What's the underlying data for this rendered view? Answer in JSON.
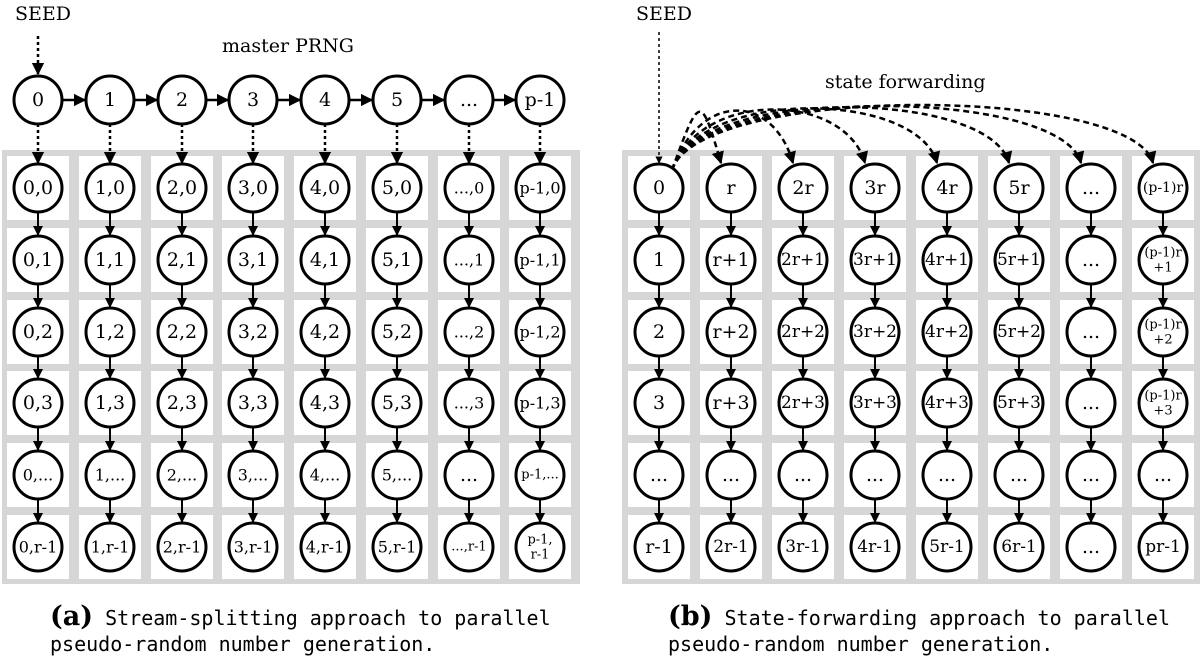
{
  "panel_a": {
    "seed_label": "SEED",
    "master_label": "master PRNG",
    "master_nodes": [
      "0",
      "1",
      "2",
      "3",
      "4",
      "5",
      "...",
      "p-1"
    ],
    "grid": [
      [
        "0,0",
        "1,0",
        "2,0",
        "3,0",
        "4,0",
        "5,0",
        "...,0",
        "p-1,0"
      ],
      [
        "0,1",
        "1,1",
        "2,1",
        "3,1",
        "4,1",
        "5,1",
        "...,1",
        "p-1,1"
      ],
      [
        "0,2",
        "1,2",
        "2,2",
        "3,2",
        "4,2",
        "5,2",
        "...,2",
        "p-1,2"
      ],
      [
        "0,3",
        "1,3",
        "2,3",
        "3,3",
        "4,3",
        "5,3",
        "...,3",
        "p-1,3"
      ],
      [
        "0,...",
        "1,...",
        "2,...",
        "3,...",
        "4,...",
        "5,...",
        "...",
        "p-1,..."
      ],
      [
        "0,r-1",
        "1,r-1",
        "2,r-1",
        "3,r-1",
        "4,r-1",
        "5,r-1",
        "...,r-1",
        "p-1,\nr-1"
      ]
    ],
    "caption_tag": "(a)",
    "caption_line1": "Stream-splitting approach to parallel",
    "caption_line2": "pseudo-random number generation."
  },
  "panel_b": {
    "seed_label": "SEED",
    "forward_label": "state forwarding",
    "grid": [
      [
        "0",
        "r",
        "2r",
        "3r",
        "4r",
        "5r",
        "...",
        "(p-1)r"
      ],
      [
        "1",
        "r+1",
        "2r+1",
        "3r+1",
        "4r+1",
        "5r+1",
        "...",
        "(p-1)r\n+1"
      ],
      [
        "2",
        "r+2",
        "2r+2",
        "3r+2",
        "4r+2",
        "5r+2",
        "...",
        "(p-1)r\n+2"
      ],
      [
        "3",
        "r+3",
        "2r+3",
        "3r+3",
        "4r+3",
        "5r+3",
        "...",
        "(p-1)r\n+3"
      ],
      [
        "...",
        "...",
        "...",
        "...",
        "...",
        "...",
        "...",
        "..."
      ],
      [
        "r-1",
        "2r-1",
        "3r-1",
        "4r-1",
        "5r-1",
        "6r-1",
        "...",
        "pr-1"
      ]
    ],
    "caption_tag": "(b)",
    "caption_line1": "State-forwarding approach to parallel",
    "caption_line2": "pseudo-random number generation."
  },
  "colors": {
    "grid_background": "#d6d6d6",
    "cell_background": "#ffffff",
    "stroke": "#000000"
  }
}
